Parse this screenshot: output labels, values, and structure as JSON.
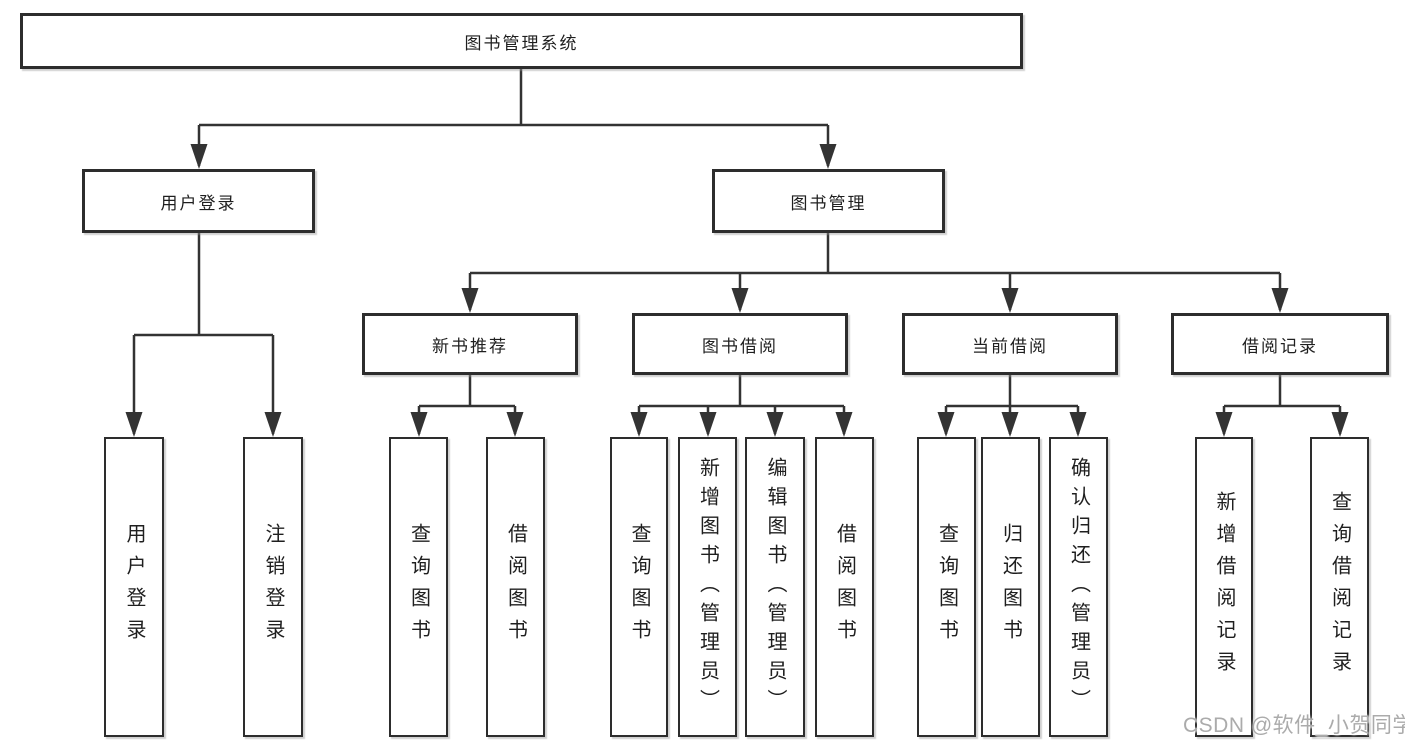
{
  "diagram": {
    "root": {
      "label": "图书管理系统"
    },
    "level2": [
      {
        "label": "用户登录",
        "parent": "图书管理系统"
      },
      {
        "label": "图书管理",
        "parent": "图书管理系统"
      }
    ],
    "level3": [
      {
        "label": "新书推荐",
        "parent": "图书管理"
      },
      {
        "label": "图书借阅",
        "parent": "图书管理"
      },
      {
        "label": "当前借阅",
        "parent": "图书管理"
      },
      {
        "label": "借阅记录",
        "parent": "图书管理"
      }
    ],
    "leaves": [
      {
        "label": "用户登录",
        "parent": "用户登录"
      },
      {
        "label": "注销登录",
        "parent": "用户登录"
      },
      {
        "label": "查询图书",
        "parent": "新书推荐"
      },
      {
        "label": "借阅图书",
        "parent": "新书推荐"
      },
      {
        "label": "查询图书",
        "parent": "图书借阅"
      },
      {
        "label": "新增图书（管理员）",
        "parent": "图书借阅"
      },
      {
        "label": "编辑图书（管理员）",
        "parent": "图书借阅"
      },
      {
        "label": "借阅图书",
        "parent": "图书借阅"
      },
      {
        "label": "查询图书",
        "parent": "当前借阅"
      },
      {
        "label": "归还图书",
        "parent": "当前借阅"
      },
      {
        "label": "确认归还（管理员）",
        "parent": "当前借阅"
      },
      {
        "label": "新增借阅记录",
        "parent": "借阅记录"
      },
      {
        "label": "查询借阅记录",
        "parent": "借阅记录"
      }
    ],
    "watermark": "CSDN @软件_小贺同学",
    "colors": {
      "line": "#333333",
      "box_border": "#2d2d2d",
      "text": "#1f1f1f",
      "background": "#ffffff",
      "watermark": "#ababab"
    }
  }
}
